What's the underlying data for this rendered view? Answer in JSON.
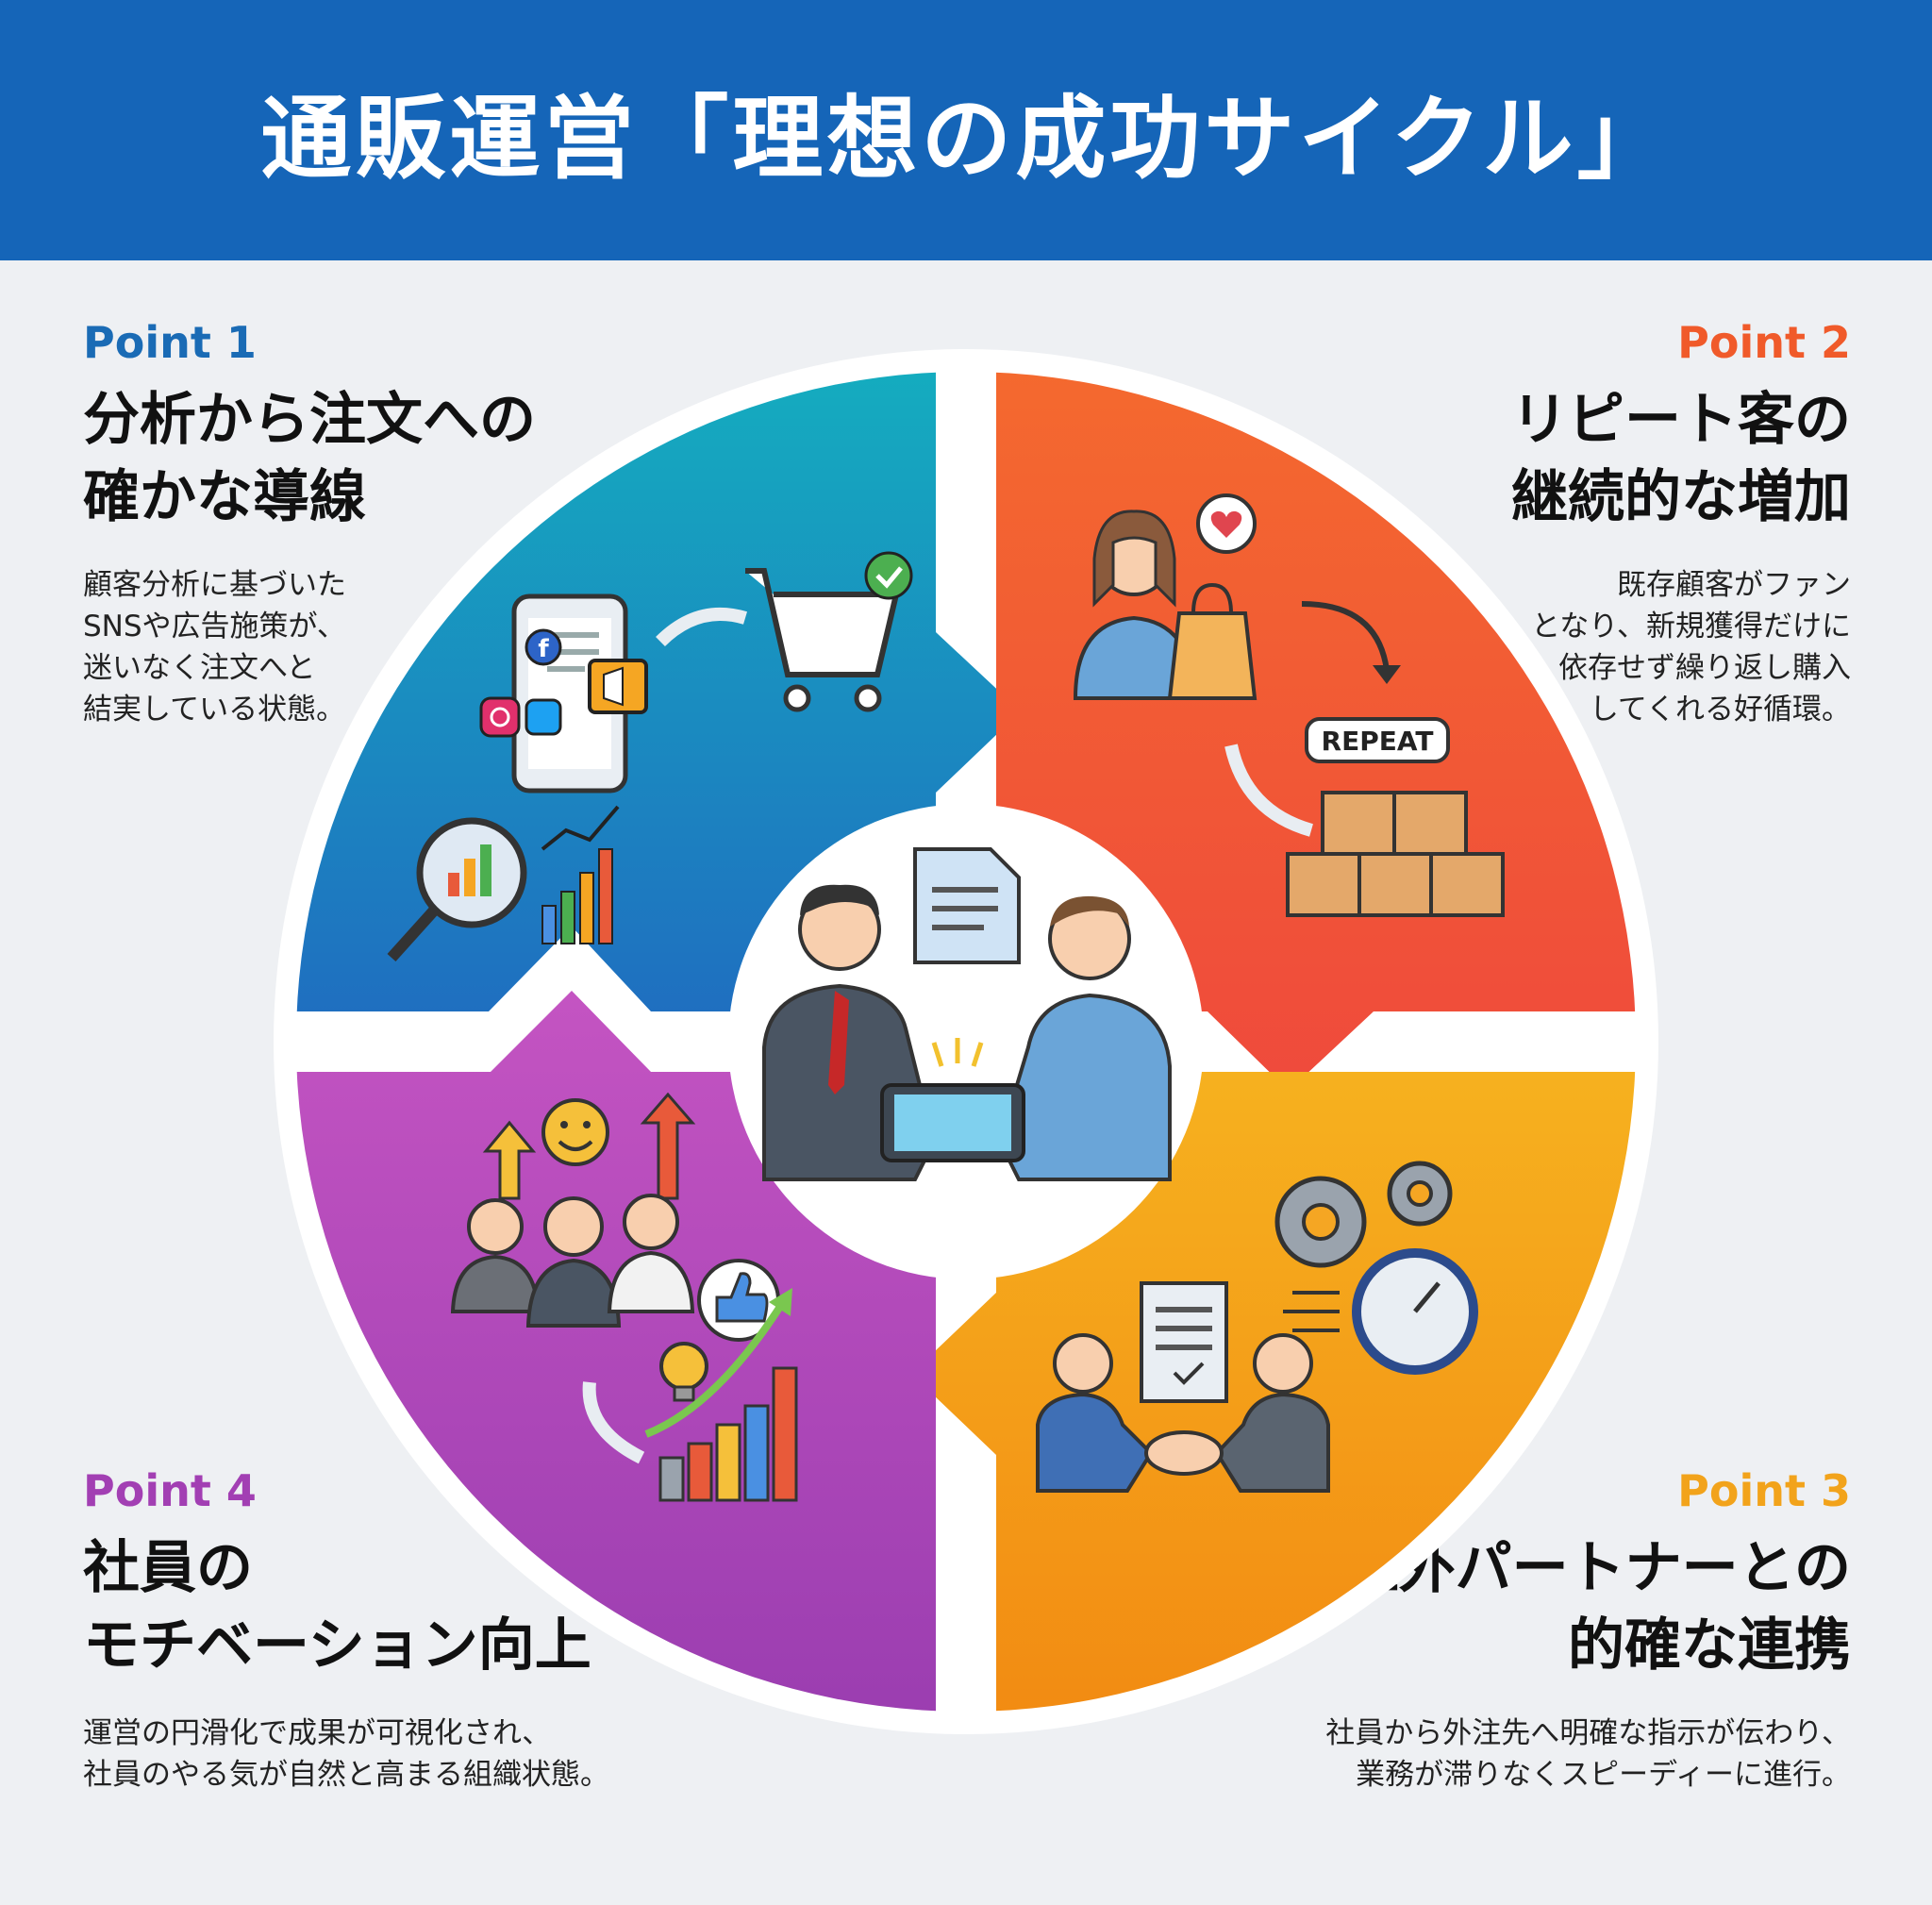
{
  "header": {
    "title": "通販運営「理想の成功サイクル」"
  },
  "colors": {
    "header_bg": "#1565b8",
    "point1": "#1a6bb5",
    "point2": "#f05a2a",
    "point3": "#f2a31b",
    "point4": "#a23fb3"
  },
  "points": [
    {
      "label": "Point 1",
      "title_lines": [
        "分析から注文への",
        "確かな導線"
      ],
      "body_lines": [
        "顧客分析に基づいた",
        "SNSや広告施策が、",
        "迷いなく注文へと",
        "結実している状態。"
      ]
    },
    {
      "label": "Point 2",
      "title_lines": [
        "リピート客の",
        "継続的な増加"
      ],
      "body_lines": [
        "既存顧客がファン",
        "となり、新規獲得だけに",
        "依存せず繰り返し購入",
        "してくれる好循環。"
      ]
    },
    {
      "label": "Point 3",
      "title_lines": [
        "社外パートナーとの",
        "的確な連携"
      ],
      "body_lines": [
        "社員から外注先へ明確な指示が伝わり、",
        "業務が滞りなくスピーディーに進行。"
      ]
    },
    {
      "label": "Point 4",
      "title_lines": [
        "社員の",
        "モチベーション向上"
      ],
      "body_lines": [
        "運営の円滑化で成果が可視化され、",
        "社員のやる気が自然と高まる組織状態。"
      ]
    }
  ],
  "illustrations": {
    "q1": [
      "smartphone-icon",
      "facebook-icon",
      "instagram-icon",
      "twitter-icon",
      "megaphone-icon",
      "shopping-cart-icon",
      "check-icon",
      "magnifier-icon",
      "bar-chart-icon"
    ],
    "q2": [
      "woman-icon",
      "heart-icon",
      "shopping-bag-icon",
      "repeat-badge",
      "boxes-icon",
      "cycle-arrows-icon"
    ],
    "q2_badge": "REPEAT",
    "q3": [
      "gears-icon",
      "stopwatch-icon",
      "document-icon",
      "handshake-icon"
    ],
    "q4": [
      "team-icon",
      "smiley-icon",
      "up-arrows-icon",
      "thumbs-up-icon",
      "lightbulb-icon",
      "growth-chart-icon"
    ],
    "center": [
      "businessman-icon",
      "customer-icon",
      "document-icon",
      "tablet-icon"
    ]
  }
}
